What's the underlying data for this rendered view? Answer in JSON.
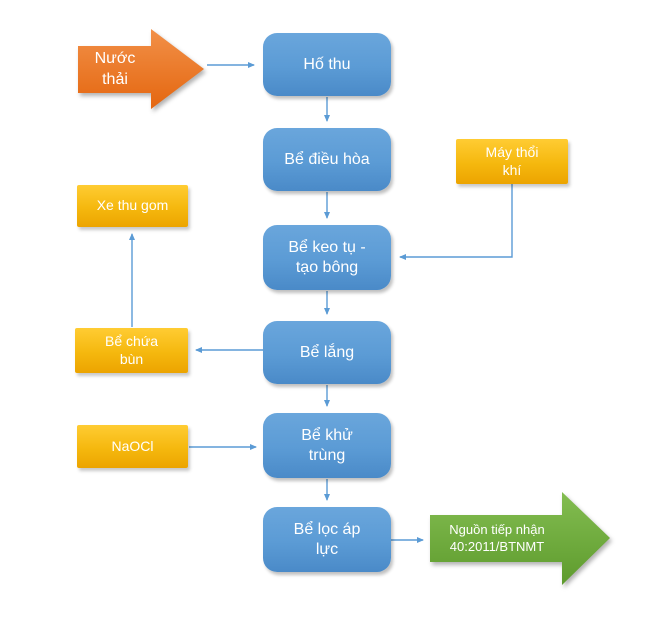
{
  "diagram": {
    "type": "flowchart",
    "background": "#ffffff",
    "colors": {
      "process_box": "#5B9BD5",
      "side_box": "#FFC000",
      "input_arrow": "#ED7D31",
      "output_arrow": "#70AD47",
      "connector": "#5B9BD5",
      "text": "#FFFFFF"
    },
    "nodes": {
      "nuoc_thai": {
        "label": "Nước\nthải",
        "shape": "block-arrow-right",
        "color": "#ED7D31"
      },
      "ho_thu": {
        "label": "Hố thu",
        "shape": "rounded-rect",
        "color": "#5B9BD5"
      },
      "be_dieu_hoa": {
        "label": "Bể điều hòa",
        "shape": "rounded-rect",
        "color": "#5B9BD5"
      },
      "may_thoi_khi": {
        "label": "Máy thổi\nkhí",
        "shape": "rect",
        "color": "#FFC000"
      },
      "be_keo_tu": {
        "label": "Bể keo tụ -\ntạo bông",
        "shape": "rounded-rect",
        "color": "#5B9BD5"
      },
      "xe_thu_gom": {
        "label": "Xe thu gom",
        "shape": "rect",
        "color": "#FFC000"
      },
      "be_lang": {
        "label": "Bể lắng",
        "shape": "rounded-rect",
        "color": "#5B9BD5"
      },
      "be_chua_bun": {
        "label": "Bể chứa\nbùn",
        "shape": "rect",
        "color": "#FFC000"
      },
      "naocl": {
        "label": "NaOCl",
        "shape": "rect",
        "color": "#FFC000"
      },
      "be_khu_trung": {
        "label": "Bể khử\ntrùng",
        "shape": "rounded-rect",
        "color": "#5B9BD5"
      },
      "be_loc_ap_luc": {
        "label": "Bể lọc áp\nlực",
        "shape": "rounded-rect",
        "color": "#5B9BD5"
      },
      "nguon_tiep_nhan": {
        "label": "Nguồn tiếp nhận\n40:2011/BTNMT",
        "shape": "block-arrow-right",
        "color": "#70AD47"
      }
    },
    "edges": [
      {
        "from": "nuoc_thai",
        "to": "ho_thu"
      },
      {
        "from": "ho_thu",
        "to": "be_dieu_hoa"
      },
      {
        "from": "be_dieu_hoa",
        "to": "be_keo_tu"
      },
      {
        "from": "may_thoi_khi",
        "to": "be_keo_tu"
      },
      {
        "from": "be_keo_tu",
        "to": "be_lang"
      },
      {
        "from": "be_lang",
        "to": "be_chua_bun"
      },
      {
        "from": "be_chua_bun",
        "to": "xe_thu_gom"
      },
      {
        "from": "be_lang",
        "to": "be_khu_trung"
      },
      {
        "from": "naocl",
        "to": "be_khu_trung"
      },
      {
        "from": "be_khu_trung",
        "to": "be_loc_ap_luc"
      },
      {
        "from": "be_loc_ap_luc",
        "to": "nguon_tiep_nhan"
      }
    ]
  }
}
